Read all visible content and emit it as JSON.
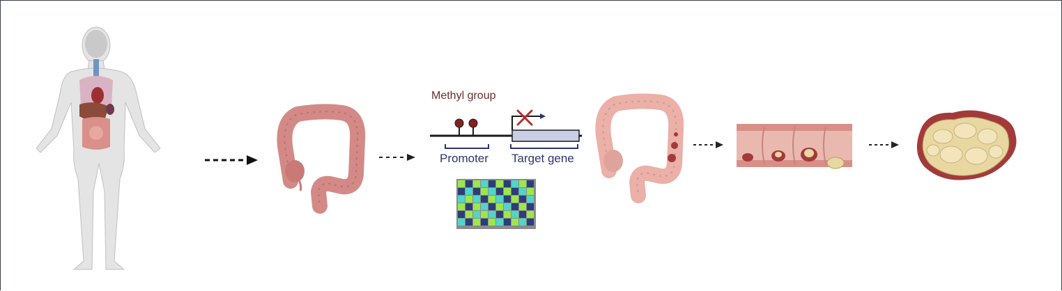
{
  "labels": {
    "methyl_group": "Methyl group",
    "promoter": "Promoter",
    "target_gene": "Target gene"
  },
  "colors": {
    "skin": "#e6e6e6",
    "colon": "#d98f8a",
    "colon_dark": "#b5625f",
    "colon_pale": "#eab0a8",
    "dna_line": "#1a1a1a",
    "methyl": "#7d2323",
    "gene_box": "#c9cde6",
    "x_mark": "#b03030",
    "bracket": "#2b3470",
    "tumor": "#e8d7a0",
    "tumor_edge": "#a33a3a",
    "grid_dark": "#2c3e7a",
    "grid_teal": "#4fd6c8",
    "grid_green": "#9be848",
    "grid_frame": "#8b8b8b"
  },
  "methylation_grid": [
    [
      2,
      1,
      2,
      0,
      1,
      2,
      1,
      0,
      2,
      1
    ],
    [
      1,
      0,
      1,
      2,
      0,
      1,
      2,
      1,
      0,
      2
    ],
    [
      0,
      2,
      0,
      1,
      2,
      0,
      1,
      2,
      1,
      0
    ],
    [
      2,
      1,
      2,
      0,
      1,
      2,
      0,
      1,
      2,
      1
    ],
    [
      1,
      2,
      0,
      2,
      0,
      1,
      2,
      0,
      1,
      2
    ],
    [
      0,
      1,
      2,
      1,
      2,
      0,
      1,
      2,
      0,
      1
    ]
  ]
}
